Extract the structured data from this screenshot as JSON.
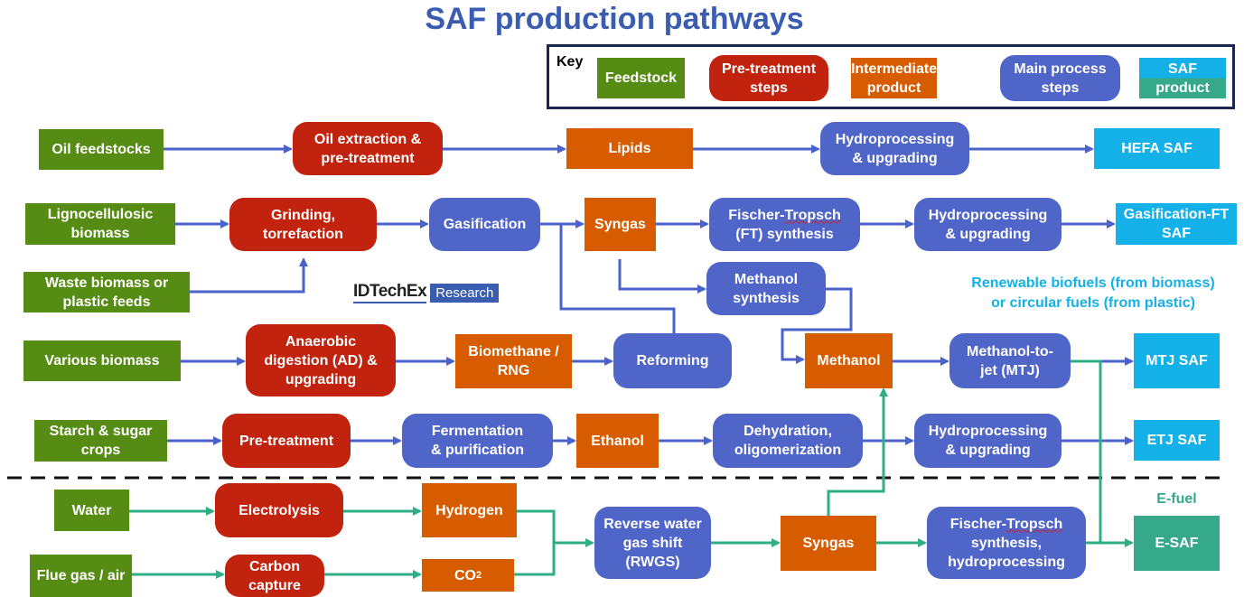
{
  "title": "SAF production pathways",
  "key": {
    "label": "Key",
    "items": [
      {
        "label": "Feedstock",
        "type": "feedstock"
      },
      {
        "label": "Pre-treatment\nsteps",
        "type": "pretreatment"
      },
      {
        "label": "Intermediate\nproduct",
        "type": "intermediate"
      },
      {
        "label": "Main process\nsteps",
        "type": "main-process"
      },
      {
        "label": "SAF\nproduct",
        "type": "saf-product"
      }
    ]
  },
  "colors": {
    "feedstock": "#568c13",
    "pretreatment": "#c2230e",
    "intermediate": "#d75c00",
    "main_process": "#4f66c8",
    "saf": "#14b0e8",
    "esaf": "#36a98a",
    "bio_arrow": "#4a62c9",
    "efuel_arrow": "#2fae86",
    "title": "#3a5db0"
  },
  "nodes": {
    "oil_feedstocks": "Oil feedstocks",
    "oil_extraction": "Oil extraction &\npre-treatment",
    "lipids": "Lipids",
    "hydro1": "Hydroprocessing\n& upgrading",
    "hefa_saf": "HEFA SAF",
    "ligno": "Lignocellulosic\nbiomass",
    "grinding": "Grinding,\ntorrefaction",
    "gasification": "Gasification",
    "syngas1": "Syngas",
    "ft_synthesis_a": "Fischer-",
    "ft_synthesis_b": "Tropsch",
    "ft_synthesis_c": "(FT) synthesis",
    "hydro2": "Hydroprocessing\n& upgrading",
    "gasft_saf": "Gasification-FT\nSAF",
    "waste": "Waste biomass or\nplastic feeds",
    "methanol_synth": "Methanol\nsynthesis",
    "various": "Various biomass",
    "ad": "Anaerobic\ndigestion (AD) &\nupgrading",
    "biomethane": "Biomethane /\nRNG",
    "reforming": "Reforming",
    "methanol": "Methanol",
    "mtj": "Methanol-to-\njet (MTJ)",
    "mtj_saf": "MTJ SAF",
    "starch": "Starch & sugar\ncrops",
    "pretreatment": "Pre-treatment",
    "fermentation": "Fermentation\n& purification",
    "ethanol": "Ethanol",
    "dehydration": "Dehydration,\noligomerization",
    "hydro3": "Hydroprocessing\n& upgrading",
    "etj_saf": "ETJ SAF",
    "water": "Water",
    "electrolysis": "Electrolysis",
    "hydrogen": "Hydrogen",
    "flue": "Flue gas / air",
    "carbon_capture": "Carbon\ncapture",
    "co2": "CO",
    "co2_sub": "2",
    "rwgs": "Reverse water\ngas shift\n(RWGS)",
    "syngas2": "Syngas",
    "ft2_a": "Fischer-",
    "ft2_b": "Tropsch",
    "ft2_c": "synthesis,\nhydroprocessing",
    "esaf": "E-SAF"
  },
  "notes": {
    "renewable": "Renewable biofuels (from biomass)\nor circular fuels (from plastic)",
    "efuel": "E-fuel"
  },
  "logo": {
    "brand": "IDTechEx",
    "tag": "Research"
  }
}
